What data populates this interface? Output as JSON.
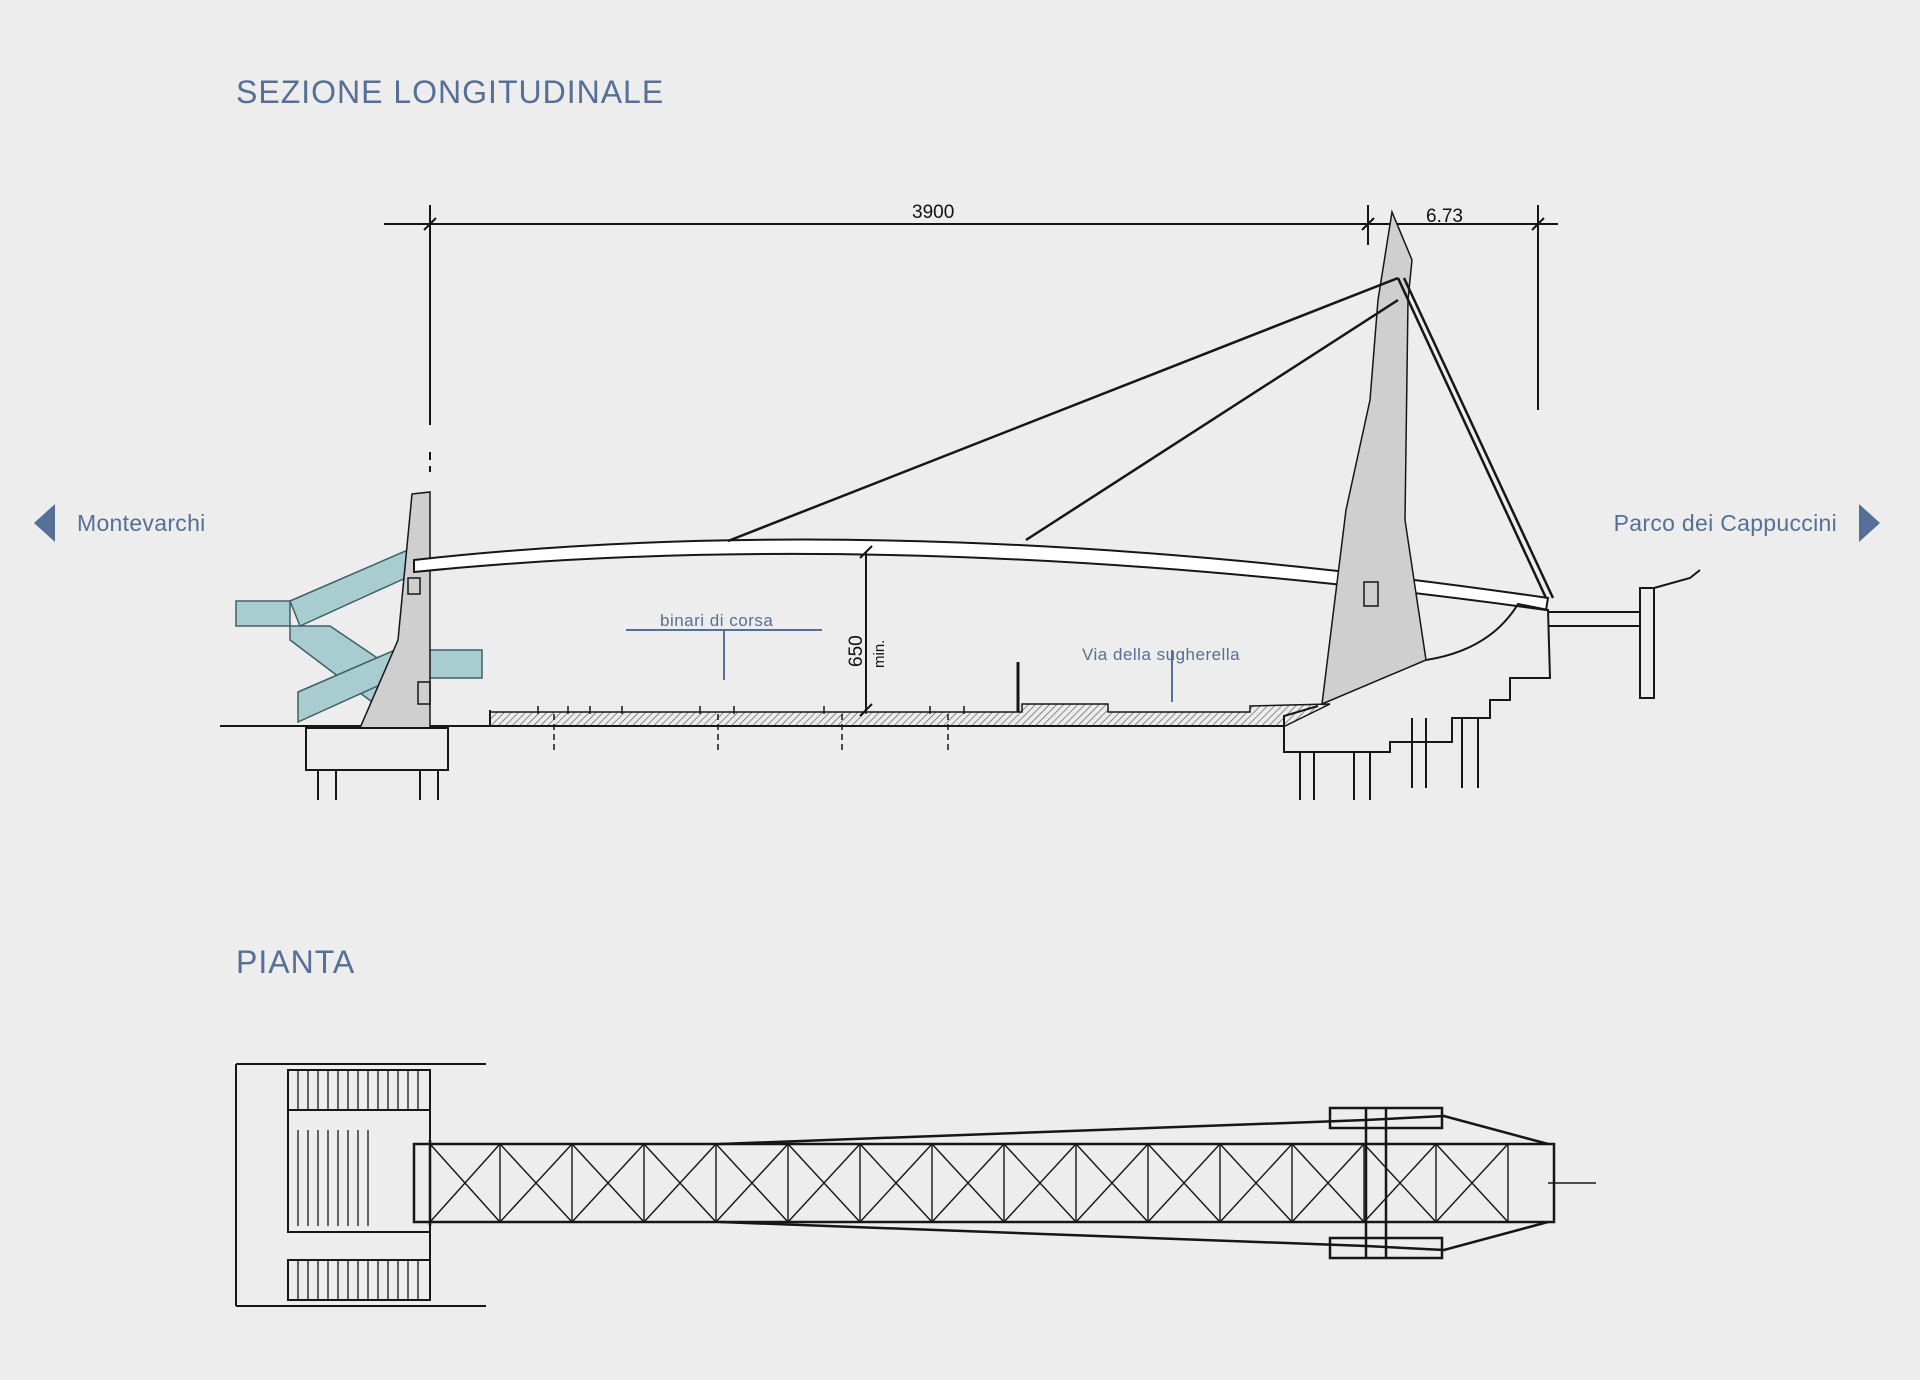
{
  "headings": {
    "section": "SEZIONE LONGITUDINALE",
    "plan": "PIANTA"
  },
  "navigation": {
    "left_label": "Montevarchi",
    "right_label": "Parco dei Cappuccini",
    "left_icon": "caret-left-icon",
    "right_icon": "caret-right-icon"
  },
  "section_drawing": {
    "dimension_span": "3900",
    "dimension_overhang": "6.73",
    "clearance_value": "650",
    "clearance_unit": "min.",
    "label_tracks": "binari di corsa",
    "label_street": "Via della sugherella"
  },
  "colors": {
    "accent": "#566f96",
    "background": "#ededed",
    "stair_glass": "#a9ccd0",
    "concrete": "#cfcfcf",
    "ink": "#161616"
  }
}
